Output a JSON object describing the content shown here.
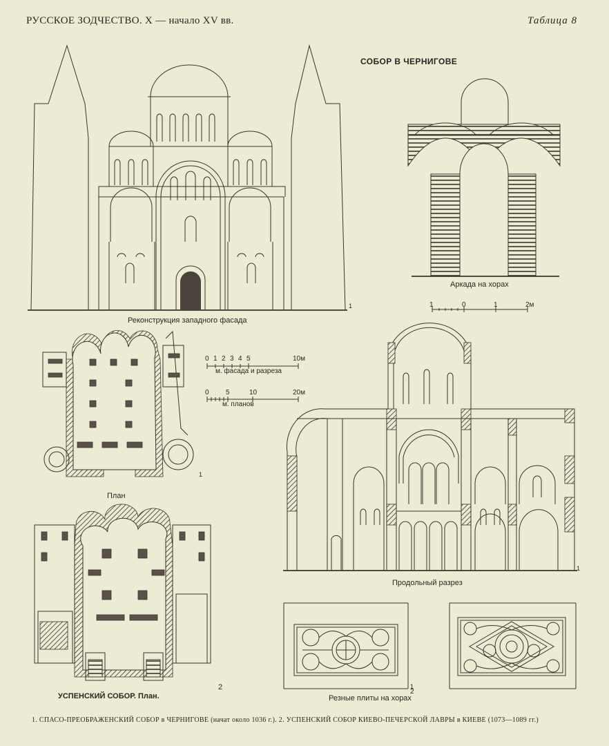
{
  "header": {
    "left": "РУССКОЕ ЗОДЧЕСТВО. X — начало XV вв.",
    "right": "Таблица 8"
  },
  "title": "СОБОР В ЧЕРНИГОВЕ",
  "captions": {
    "facade": "Реконструкция западного фасада",
    "arcade": "Аркада на хорах",
    "plan1": "План",
    "section": "Продольный разрез",
    "plan2": "УСПЕНСКИЙ СОБОР. План.",
    "slabs": "Резные плиты на хорах"
  },
  "scales": {
    "facade": {
      "ticks": [
        "0",
        "1",
        "2",
        "3",
        "4",
        "5",
        "10м"
      ],
      "label": "м. фасада и разреза"
    },
    "plans": {
      "ticks": [
        "0",
        "5",
        "10",
        "20м"
      ],
      "label": "м. планов"
    },
    "arcade": {
      "ticks": [
        "1",
        "0",
        "1",
        "2м"
      ]
    }
  },
  "figure_numbers": {
    "facade": "1",
    "plan1": "1",
    "section": "1",
    "plan2": "2",
    "slabs": "1",
    "slab2": "2"
  },
  "footer": "1. СПАСО-ПРЕОБРАЖЕНСКИЙ СОБОР в ЧЕРНИГОВЕ (начат около 1036 г.). 2. УСПЕНСКИЙ СОБОР КИЕВО-ПЕЧЕРСКОЙ ЛАВРЫ в КИЕВЕ (1073—1089 гг.)"
}
